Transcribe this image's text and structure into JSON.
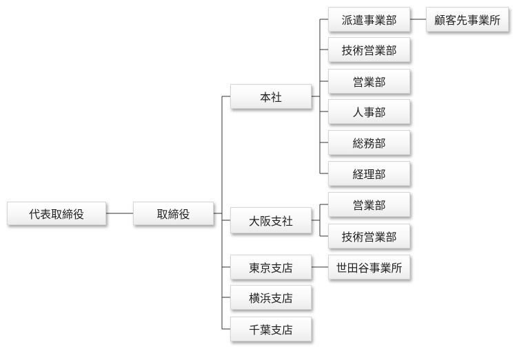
{
  "nodes": {
    "ceo": "代表取締役",
    "director": "取締役",
    "hq": "本社",
    "haken": "派遣事業部",
    "client": "顧客先事業所",
    "hq_gijutsu": "技術営業部",
    "hq_eigyo": "営業部",
    "jinji": "人事部",
    "somu": "総務部",
    "keiri": "経理部",
    "osaka": "大阪支社",
    "osaka_eigyo": "営業部",
    "osaka_gijutsu": "技術営業部",
    "tokyo": "東京支店",
    "setagaya": "世田谷事業所",
    "yokohama": "横浜支店",
    "chiba": "千葉支店"
  }
}
